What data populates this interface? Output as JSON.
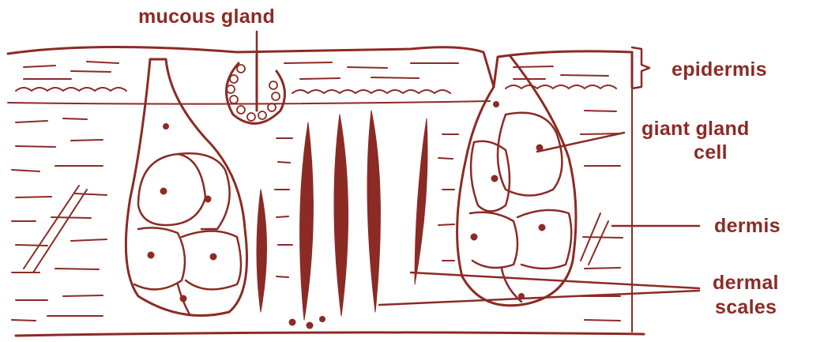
{
  "colors": {
    "ink": "#8c2a25",
    "background": "#ffffff"
  },
  "labels": {
    "mucous_gland": "mucous gland",
    "epidermis": "epidermis",
    "giant_gland_cell_line1": "giant gland",
    "giant_gland_cell_line2": "cell",
    "dermis": "dermis",
    "dermal_scales_line1": "dermal",
    "dermal_scales_line2": "scales"
  }
}
